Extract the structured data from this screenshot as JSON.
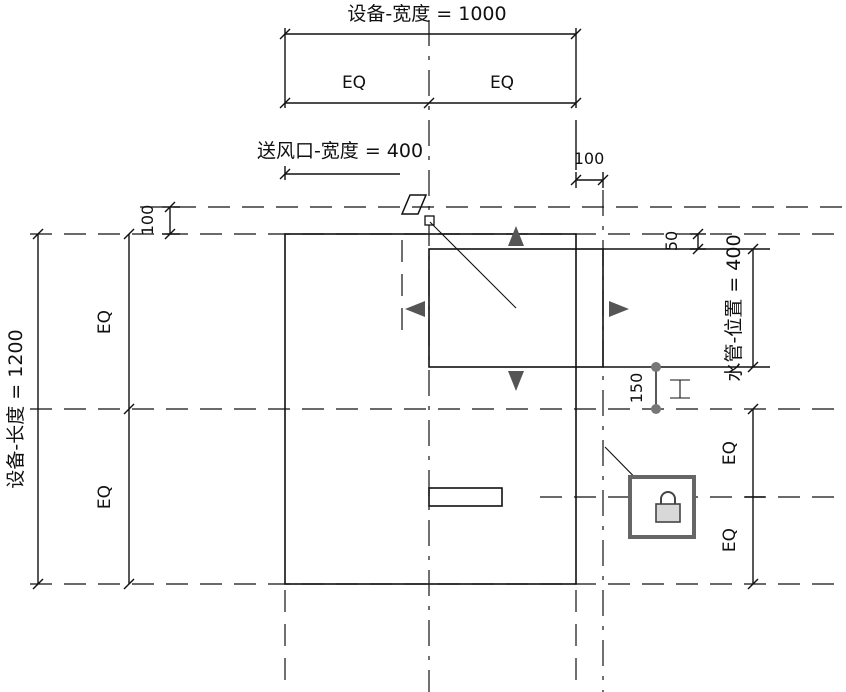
{
  "dimensions": {
    "equip_width": "设备-宽度 = 1000",
    "eq_top_left": "EQ",
    "eq_top_right": "EQ",
    "air_outlet_width": "送风口-宽度 = 400",
    "offset_right_top": "100",
    "offset_left_top": "100",
    "equip_length": "设备-长度 = 1200",
    "eq_left_upper": "EQ",
    "eq_left_lower": "EQ",
    "offset_50": "50",
    "water_pipe_position": "水管-位置 = 400",
    "offset_150": "150",
    "eq_right_upper": "EQ",
    "eq_right_lower": "EQ"
  },
  "icons": {
    "lock": "lock-icon",
    "pin": "pin-icon",
    "grip_up": "triangle-up-icon",
    "grip_down": "triangle-down-icon",
    "grip_left": "triangle-left-icon",
    "grip_right": "triangle-right-icon"
  },
  "colors": {
    "line": "#111111",
    "grip": "#555555",
    "lock_frame": "#666666"
  }
}
